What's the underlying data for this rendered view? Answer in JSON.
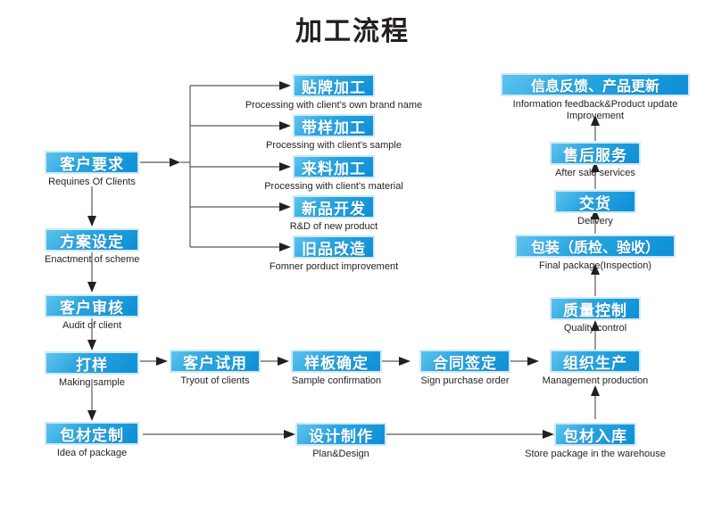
{
  "title": "加工流程",
  "nodes": {
    "client_requirements": {
      "cn": "客户要求",
      "en": "Requines Of Clients"
    },
    "enactment_scheme": {
      "cn": "方案设定",
      "en": "Enactment of scheme"
    },
    "audit_client": {
      "cn": "客户审核",
      "en": "Audit of client"
    },
    "making_sample": {
      "cn": "打样",
      "en": "Making sample"
    },
    "idea_package": {
      "cn": "包材定制",
      "en": "Idea of package"
    },
    "oem_brand": {
      "cn": "贴牌加工",
      "en": "Processing with client's own brand name"
    },
    "oem_sample": {
      "cn": "带样加工",
      "en": "Processing with client's sample"
    },
    "oem_material": {
      "cn": "来料加工",
      "en": "Processing with client's material"
    },
    "rd_new_product": {
      "cn": "新品开发",
      "en": "R&D of new product"
    },
    "product_improve": {
      "cn": "旧品改造",
      "en": "Fomner porduct improvement"
    },
    "tryout_clients": {
      "cn": "客户试用",
      "en": "Tryout of clients"
    },
    "sample_confirm": {
      "cn": "样板确定",
      "en": "Sample confirmation"
    },
    "sign_order": {
      "cn": "合同签定",
      "en": "Sign purchase order"
    },
    "plan_design": {
      "cn": "设计制作",
      "en": "Plan&Design"
    },
    "store_package": {
      "cn": "包材入库",
      "en": "Store package in the warehouse"
    },
    "management_prod": {
      "cn": "组织生产",
      "en": "Management production"
    },
    "quality_control": {
      "cn": "质量控制",
      "en": "Quality control"
    },
    "final_package": {
      "cn": "包装（质检、验收）",
      "en": "Final package(Inspection)"
    },
    "delivery": {
      "cn": "交货",
      "en": "Delivery"
    },
    "after_sale": {
      "cn": "售后服务",
      "en": "After sale services"
    },
    "info_feedback": {
      "cn": "信息反馈、产品更新",
      "en": "Information feedback&Product update Improvement"
    }
  },
  "colors": {
    "box_light": "#5fc3ee",
    "box_mid": "#2ba6e0",
    "box_dark": "#0d8ed6",
    "box_glow": "#cfeaf8",
    "text_dark": "#231f20",
    "connector": "#58595b"
  }
}
